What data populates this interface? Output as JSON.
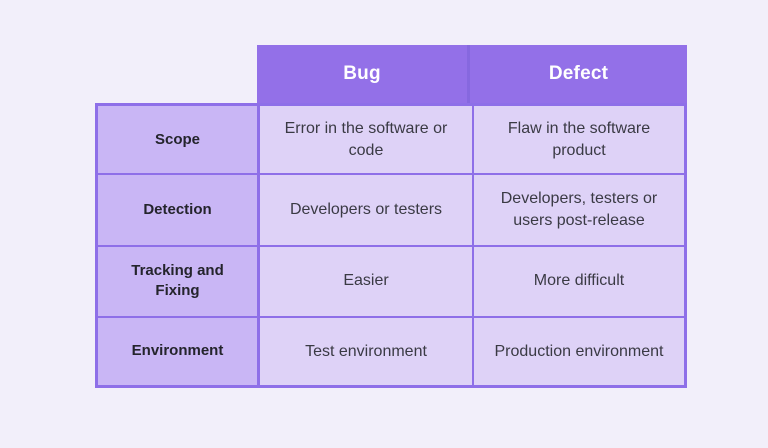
{
  "page": {
    "background_color": "#f2effa"
  },
  "table": {
    "name": "bug-vs-defect-comparison",
    "header_bg_color": "#9370e8",
    "header_text_color": "#ffffff",
    "label_cell_bg_color": "#c9b6f5",
    "value_cell_bg_color": "#ded2f7",
    "border_color": "#8e6fe8",
    "corner_label": "",
    "columns": [
      {
        "key": "bug",
        "label": "Bug"
      },
      {
        "key": "defect",
        "label": "Defect"
      }
    ],
    "rows": [
      {
        "label": "Scope",
        "bug": "Error in the software or code",
        "defect": "Flaw in the software product"
      },
      {
        "label": "Detection",
        "bug": "Developers or testers",
        "defect": "Developers, testers or users post-release"
      },
      {
        "label": "Tracking and Fixing",
        "bug": "Easier",
        "defect": "More difficult"
      },
      {
        "label": "Environment",
        "bug": "Test environment",
        "defect": "Production environment"
      }
    ]
  }
}
